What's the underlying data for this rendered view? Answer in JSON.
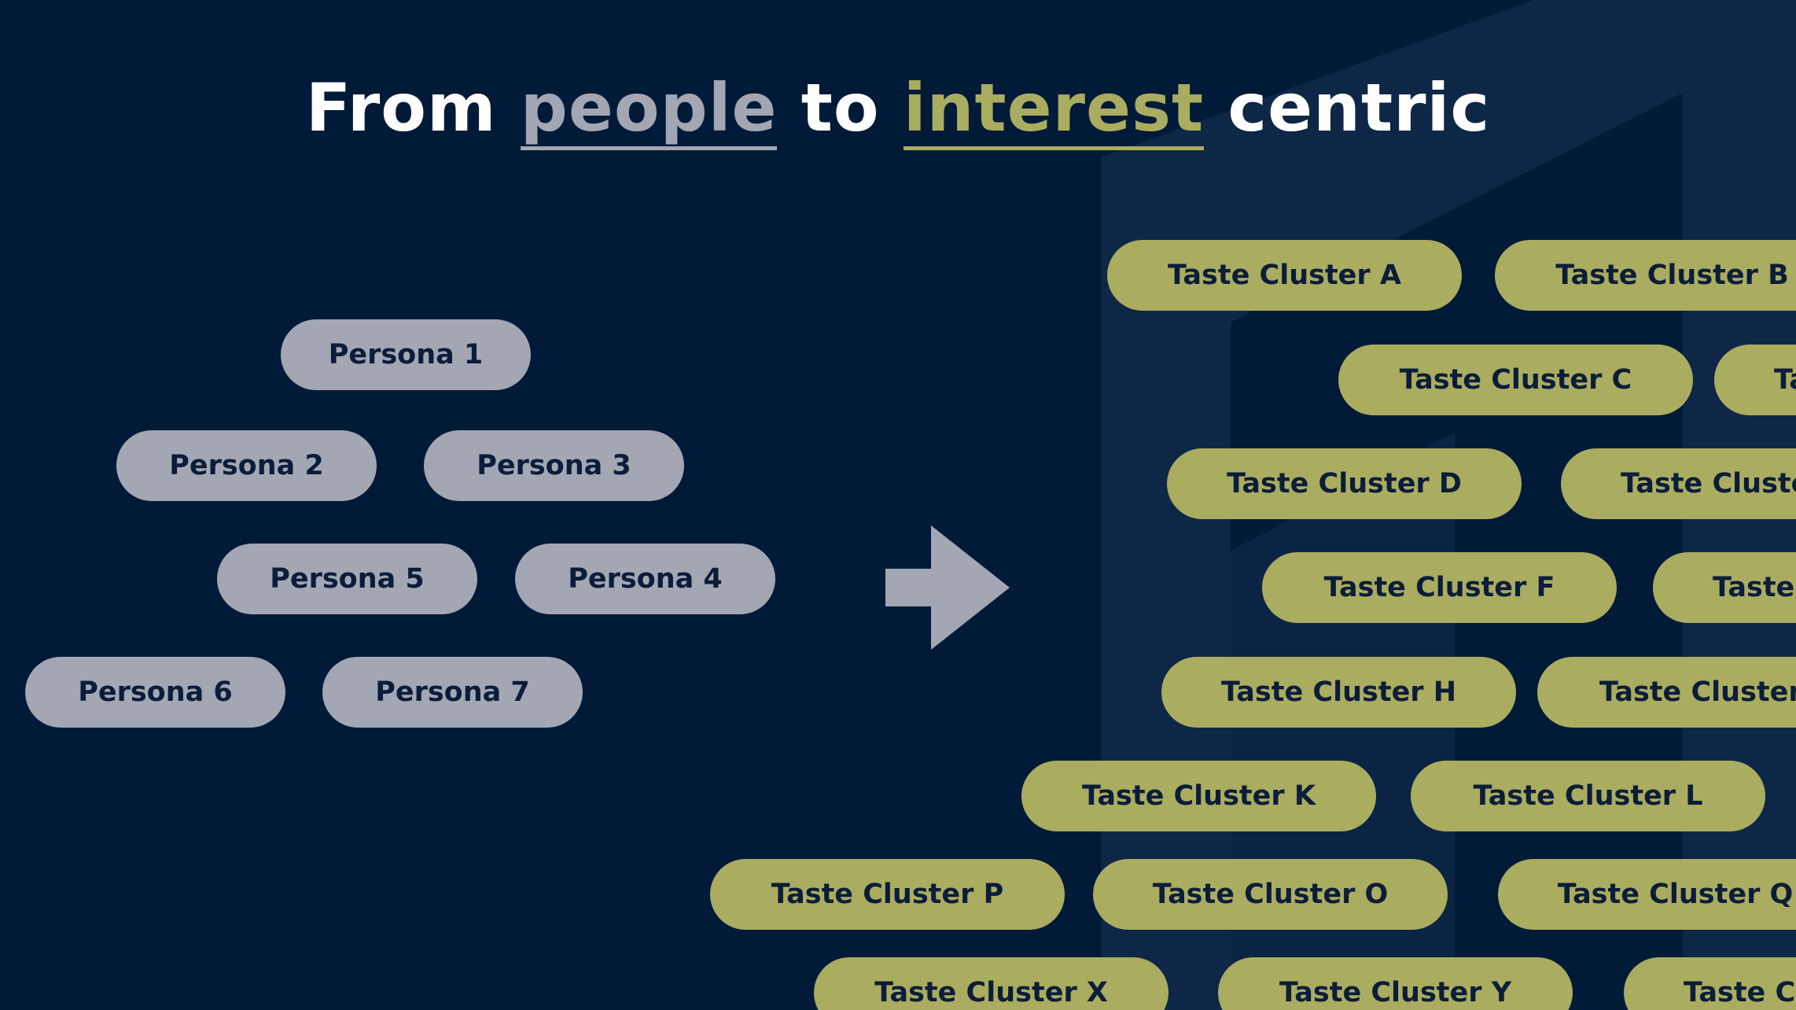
{
  "title": {
    "part1": "From",
    "people": "people",
    "part2": "to",
    "interest": "interest",
    "part3": "centric"
  },
  "personas": [
    "Persona 1",
    "Persona 2",
    "Persona 3",
    "Persona 5",
    "Persona 4",
    "Persona 6",
    "Persona 7"
  ],
  "clusters": [
    "Taste Cluster A",
    "Taste Cluster B",
    "Taste Cluster C",
    "Ta",
    "Taste Cluster D",
    "Taste Cluste",
    "Taste Cluster F",
    "Taste",
    "Taste Cluster H",
    "Taste Cluster",
    "Taste Cluster K",
    "Taste Cluster L",
    "Taste Cluster P",
    "Taste Cluster O",
    "Taste Cluster Q",
    "Taste Cluster X",
    "Taste Cluster Y",
    "Taste C"
  ],
  "colors": {
    "background": "#001a38",
    "persona": "#a3a6b3",
    "cluster": "#aaac5f",
    "text_dark": "#0c1d3a",
    "arrow": "#a3a6b3"
  },
  "icons": {
    "arrow": "arrow-right-icon"
  }
}
